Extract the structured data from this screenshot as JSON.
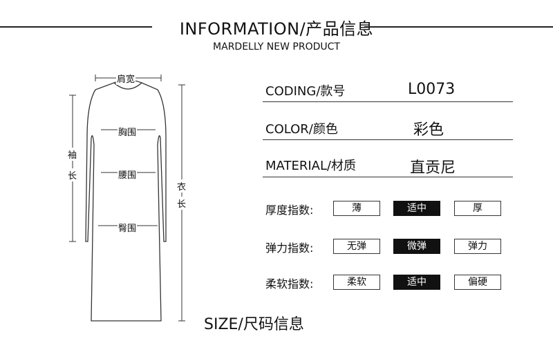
{
  "header": {
    "title": "INFORMATION/产品信息",
    "subtitle": "MARDELLY NEW PRODUCT"
  },
  "figure": {
    "labels": {
      "shoulder": "肩宽",
      "chest": "胸围",
      "waist": "腰围",
      "hip": "臀围",
      "sleeve_1": "袖",
      "sleeve_2": "长",
      "length_1": "衣",
      "length_2": "长"
    }
  },
  "info": {
    "coding_label": "CODING/款号",
    "coding_value": "L0073",
    "color_label": "COLOR/颜色",
    "color_value": "彩色",
    "material_label": "MATERIAL/材质",
    "material_value": "直贡尼"
  },
  "indices": [
    {
      "label": "厚度指数:",
      "options": [
        "薄",
        "适中",
        "厚"
      ],
      "selected": 1
    },
    {
      "label": "弹力指数:",
      "options": [
        "无弹",
        "微弹",
        "弹力"
      ],
      "selected": 1
    },
    {
      "label": "柔软指数:",
      "options": [
        "柔软",
        "适中",
        "偏硬"
      ],
      "selected": 1
    }
  ],
  "footer": {
    "size_title": "SIZE/尺码信息"
  }
}
